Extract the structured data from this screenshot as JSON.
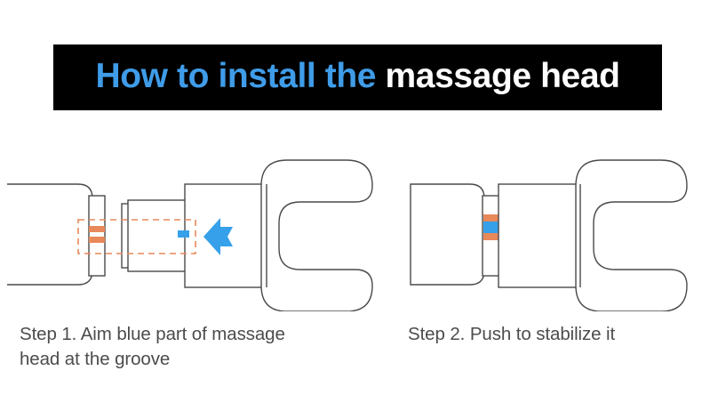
{
  "banner": {
    "title_primary": "How to install the",
    "title_secondary": " massage head",
    "background_color": "#000000",
    "primary_color": "#3f9ce8",
    "secondary_color": "#ffffff"
  },
  "palette": {
    "outline": "#4a4a4a",
    "blue_marker": "#36a0ea",
    "orange_marker": "#e8895a",
    "dashed_highlight": "#e8895a",
    "caption_text": "#4c4c4c",
    "page_background": "#ffffff"
  },
  "steps": [
    {
      "id": "step1",
      "caption_line1": "Step 1. Aim blue part of massage",
      "caption_line2": "head at the groove",
      "diagram": {
        "name": "massage-head-alignment-diagram",
        "parts": [
          "device-body",
          "device-collar",
          "groove-marker-top",
          "groove-marker-bottom",
          "massage-head-cap",
          "massage-head-shaft",
          "blue-alignment-tab",
          "massage-head-block",
          "fork-head",
          "alignment-dashed-box",
          "push-direction-arrow"
        ],
        "arrow_direction": "left"
      }
    },
    {
      "id": "step2",
      "caption_line1": "Step 2. Push to stabilize it",
      "caption_line2": "",
      "diagram": {
        "name": "massage-head-attached-diagram",
        "parts": [
          "device-body",
          "device-collar",
          "joint-marker-orange-top",
          "joint-marker-blue",
          "joint-marker-orange-bottom",
          "massage-head-block",
          "fork-head"
        ],
        "arrow_direction": ""
      }
    }
  ]
}
